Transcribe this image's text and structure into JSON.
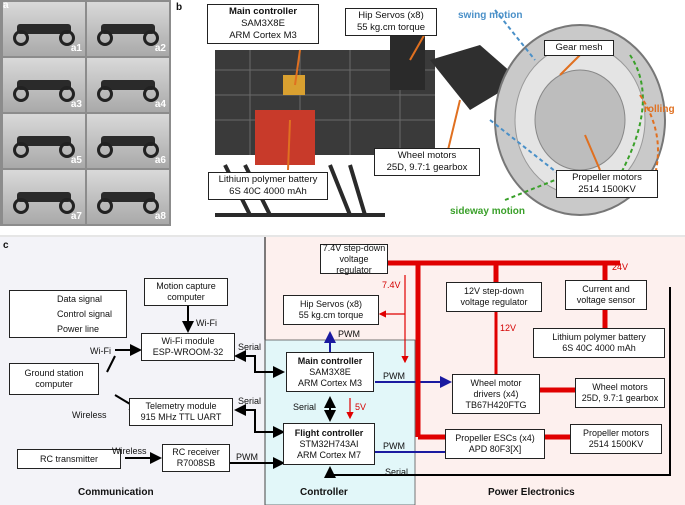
{
  "panels": {
    "a": "a",
    "b": "b",
    "c": "c"
  },
  "photos": [
    "a1",
    "a2",
    "a3",
    "a4",
    "a5",
    "a6",
    "a7",
    "a8"
  ],
  "panel_b": {
    "main_controller": {
      "title": "Main controller",
      "lines": [
        "SAM3X8E",
        "ARM Cortex M3"
      ]
    },
    "hip_servos": [
      "Hip Servos (x8)",
      "55 kg.cm torque"
    ],
    "battery": [
      "Lithium polymer battery",
      "6S 40C 4000 mAh"
    ],
    "wheel_motors": [
      "Wheel motors",
      "25D, 9.7:1 gearbox"
    ],
    "propeller_motors": [
      "Propeller motors",
      "2514 1500KV"
    ],
    "gear_mesh": "Gear mesh",
    "swing_motion": "swing motion",
    "rolling": "rolling",
    "sideway_motion": "sideway motion"
  },
  "legend": {
    "data": "Data signal",
    "control": "Control signal",
    "power": "Power line"
  },
  "colors": {
    "data": "#000000",
    "control": "#1a1aa0",
    "power": "#e00000",
    "comm_bg": "#f3f3f8",
    "ctrl_bg": "#e2f7f9",
    "power_bg": "#fdf0ee",
    "swing": "#4a90c8",
    "sideway": "#3aa02a",
    "rolling": "#e07020"
  },
  "blocks": {
    "motion_capture": [
      "Motion capture",
      "computer"
    ],
    "wifi_module": [
      "Wi-Fi module",
      "ESP-WROOM-32"
    ],
    "ground_station": [
      "Ground station",
      "computer"
    ],
    "telemetry": [
      "Telemetry module",
      "915 MHz TTL UART"
    ],
    "rc_transmitter": "RC transmitter",
    "rc_receiver": [
      "RC receiver",
      "R7008SB"
    ],
    "hip_servos": [
      "Hip Servos (x8)",
      "55 kg.cm torque"
    ],
    "main_controller": {
      "title": "Main controller",
      "lines": [
        "SAM3X8E",
        "ARM Cortex M3"
      ]
    },
    "flight_controller": {
      "title": "Flight controller",
      "lines": [
        "STM32H743AI",
        "ARM Cortex M7"
      ]
    },
    "reg_74": [
      "7.4V step-down",
      "voltage regulator"
    ],
    "reg_12": [
      "12V step-down",
      "voltage regulator"
    ],
    "current_sensor": [
      "Current and",
      "voltage sensor"
    ],
    "battery": [
      "Lithium polymer battery",
      "6S 40C 4000 mAh"
    ],
    "wheel_drivers": [
      "Wheel motor",
      "drivers (x4)",
      "TB67H420FTG"
    ],
    "wheel_motors": [
      "Wheel motors",
      "25D, 9.7:1 gearbox"
    ],
    "prop_escs": [
      "Propeller ESCs (x4)",
      "APD 80F3[X]"
    ],
    "prop_motors": [
      "Propeller motors",
      "2514 1500KV"
    ]
  },
  "edge_labels": {
    "wifi": "Wi-Fi",
    "wifi2": "Wi-Fi",
    "wireless": "Wireless",
    "wireless2": "Wireless",
    "serial_wifi": "Serial",
    "serial_tel": "Serial",
    "serial_mid": "Serial",
    "serial_bottom": "Serial",
    "pwm_servo": "PWM",
    "pwm_wheel": "PWM",
    "pwm_prop": "PWM",
    "pwm_rc": "PWM",
    "v74": "7.4V",
    "v12": "12V",
    "v24": "24V",
    "v5": "5V"
  },
  "sections": {
    "communication": "Communication",
    "controller": "Controller",
    "power": "Power Electronics"
  }
}
